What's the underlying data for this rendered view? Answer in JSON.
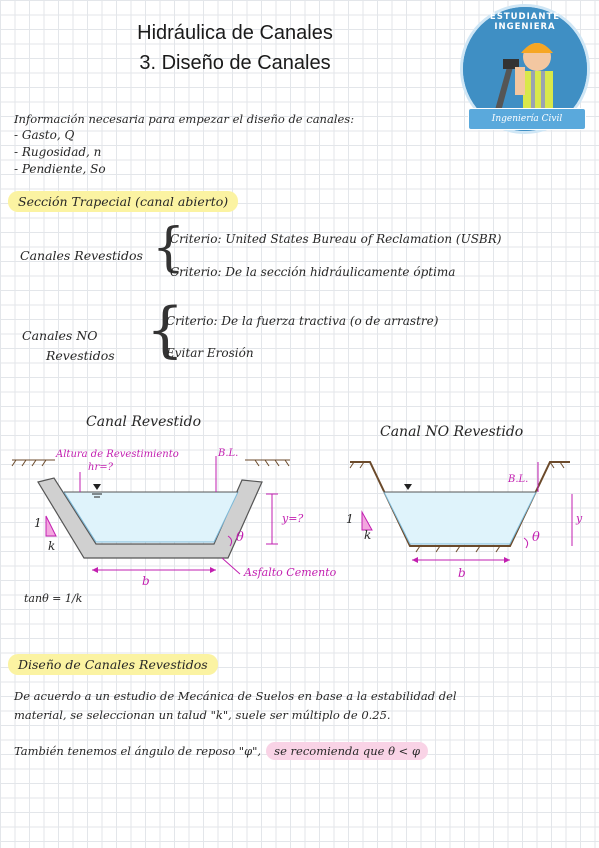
{
  "header": {
    "title": "Hidráulica de Canales",
    "subtitle": "3. Diseño de Canales",
    "badge_text": "ESTUDIANTE INGENIERA",
    "badge_ribbon": "Ingeniería Civil"
  },
  "intro": {
    "heading": "Información necesaria para empezar el diseño de canales:",
    "items": [
      "- Gasto, Q",
      "- Rugosidad, n",
      "- Pendiente, So"
    ]
  },
  "section1": {
    "title": "Sección Trapecial (canal abierto)",
    "revestidos": {
      "label": "Canales Revestidos",
      "criteria": [
        "Criterio: United States Bureau of Reclamation (USBR)",
        "Criterio: De la sección hidráulicamente óptima"
      ]
    },
    "no_revestidos": {
      "label_line1": "Canales NO",
      "label_line2": "Revestidos",
      "criteria": [
        "Criterio: De la fuerza tractiva (o de arrastre)",
        "Evitar Erosión"
      ]
    }
  },
  "diagram_left": {
    "title": "Canal Revestido",
    "altura_label": "Altura de Revestimiento",
    "hr_label": "hr=?",
    "bl_label": "B.L.",
    "y_label": "y=?",
    "theta": "θ",
    "b_label": "b",
    "one": "1",
    "k": "k",
    "asfalto": "Asfalto Cemento",
    "tan_formula": "tanθ = 1/k"
  },
  "diagram_right": {
    "title": "Canal NO Revestido",
    "bl_label": "B.L.",
    "y_label": "y",
    "theta": "θ",
    "b_label": "b",
    "one": "1",
    "k": "k"
  },
  "section2": {
    "title": "Diseño de Canales Revestidos",
    "para1_line1": "De acuerdo a un estudio de Mecánica de Suelos en base a la estabilidad del",
    "para1_line2": "material, se seleccionan un talud \"k\", suele ser múltiplo de 0.25.",
    "para2_start": "También tenemos el ángulo de reposo \"φ\",",
    "para2_highlight": "se recomienda que θ < φ"
  },
  "colors": {
    "highlight_yellow": "#fbf3a2",
    "highlight_pink": "#f9d3e6",
    "annotation_magenta": "#c21fb0",
    "water_blue": "#dff3fb",
    "lining_gray": "#d0d0d0",
    "soil_brown": "#6b4a2b",
    "badge_blue": "#3f8fc4"
  }
}
